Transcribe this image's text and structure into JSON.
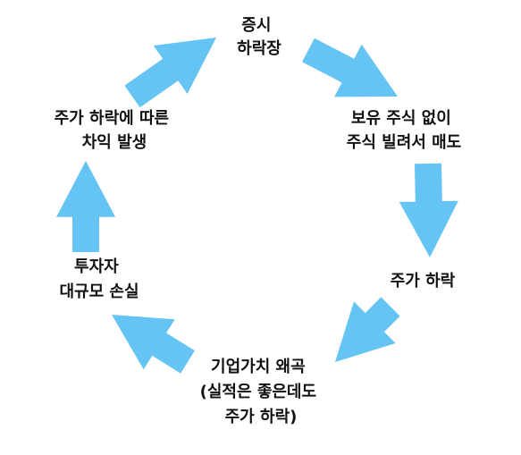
{
  "colors": {
    "arrow": "#65c4f3",
    "text": "#111111",
    "background": "#ffffff"
  },
  "nodes": [
    {
      "id": "market-crash",
      "lines": [
        "증시",
        "하락장"
      ]
    },
    {
      "id": "short-selling",
      "lines": [
        "보유 주식 없이",
        "주식 빌려서 매도"
      ]
    },
    {
      "id": "price-drop",
      "lines": [
        "주가 하락"
      ]
    },
    {
      "id": "value-distortion",
      "lines": [
        "기업가치 왜곡",
        "(실적은 좋은데도",
        "주가 하락)"
      ]
    },
    {
      "id": "investor-loss",
      "lines": [
        "투자자",
        "대규모 손실"
      ]
    },
    {
      "id": "gain-from-drop",
      "lines": [
        "주가 하락에 따른",
        "차익 발생"
      ]
    }
  ]
}
